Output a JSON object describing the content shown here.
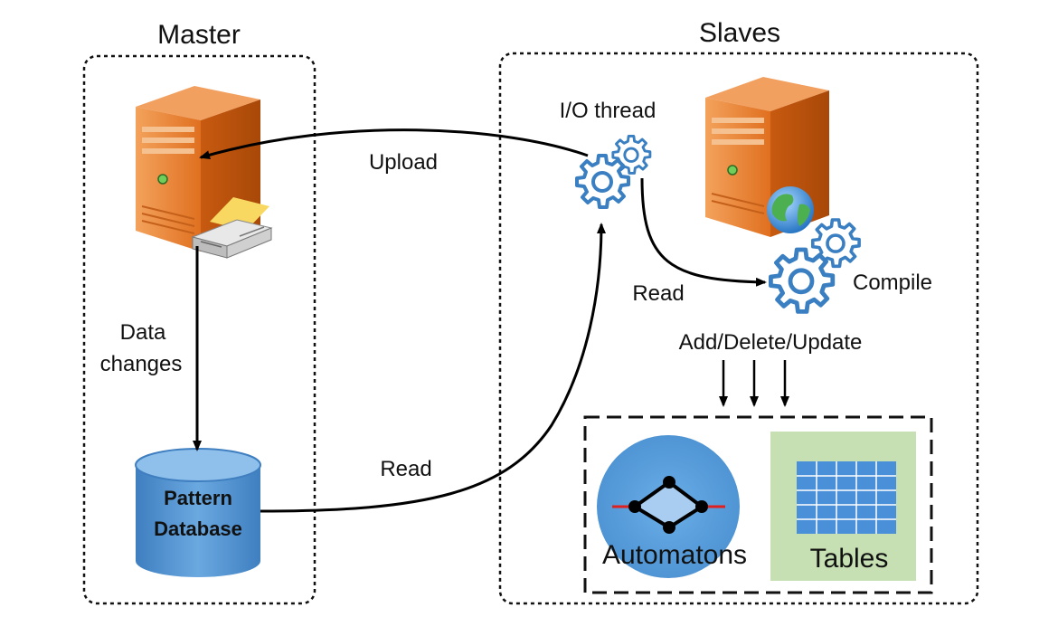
{
  "master": {
    "title": "Master"
  },
  "slaves": {
    "title": "Slaves"
  },
  "labels": {
    "io_thread": "I/O thread",
    "upload": "Upload",
    "read_slave": "Read",
    "compile": "Compile",
    "data_changes_line1": "Data",
    "data_changes_line2": "changes",
    "read_db": "Read",
    "add_delete_update": "Add/Delete/Update"
  },
  "database": {
    "line1": "Pattern",
    "line2": "Database"
  },
  "outputs": {
    "automatons": "Automatons",
    "tables": "Tables"
  },
  "colors": {
    "server_orange": "#e8782a",
    "cylinder_blue": "#5b9bd5",
    "gear_blue": "#3a7fc1",
    "automaton_blue": "#5b9bd5",
    "tables_green": "#c6e0b4",
    "grid_blue": "#4a90d9",
    "graph_red": "#e02020"
  },
  "icons": [
    "server-icon",
    "printer-icon",
    "gear-icon",
    "globe-icon",
    "database-icon",
    "graph-icon",
    "table-grid-icon"
  ]
}
